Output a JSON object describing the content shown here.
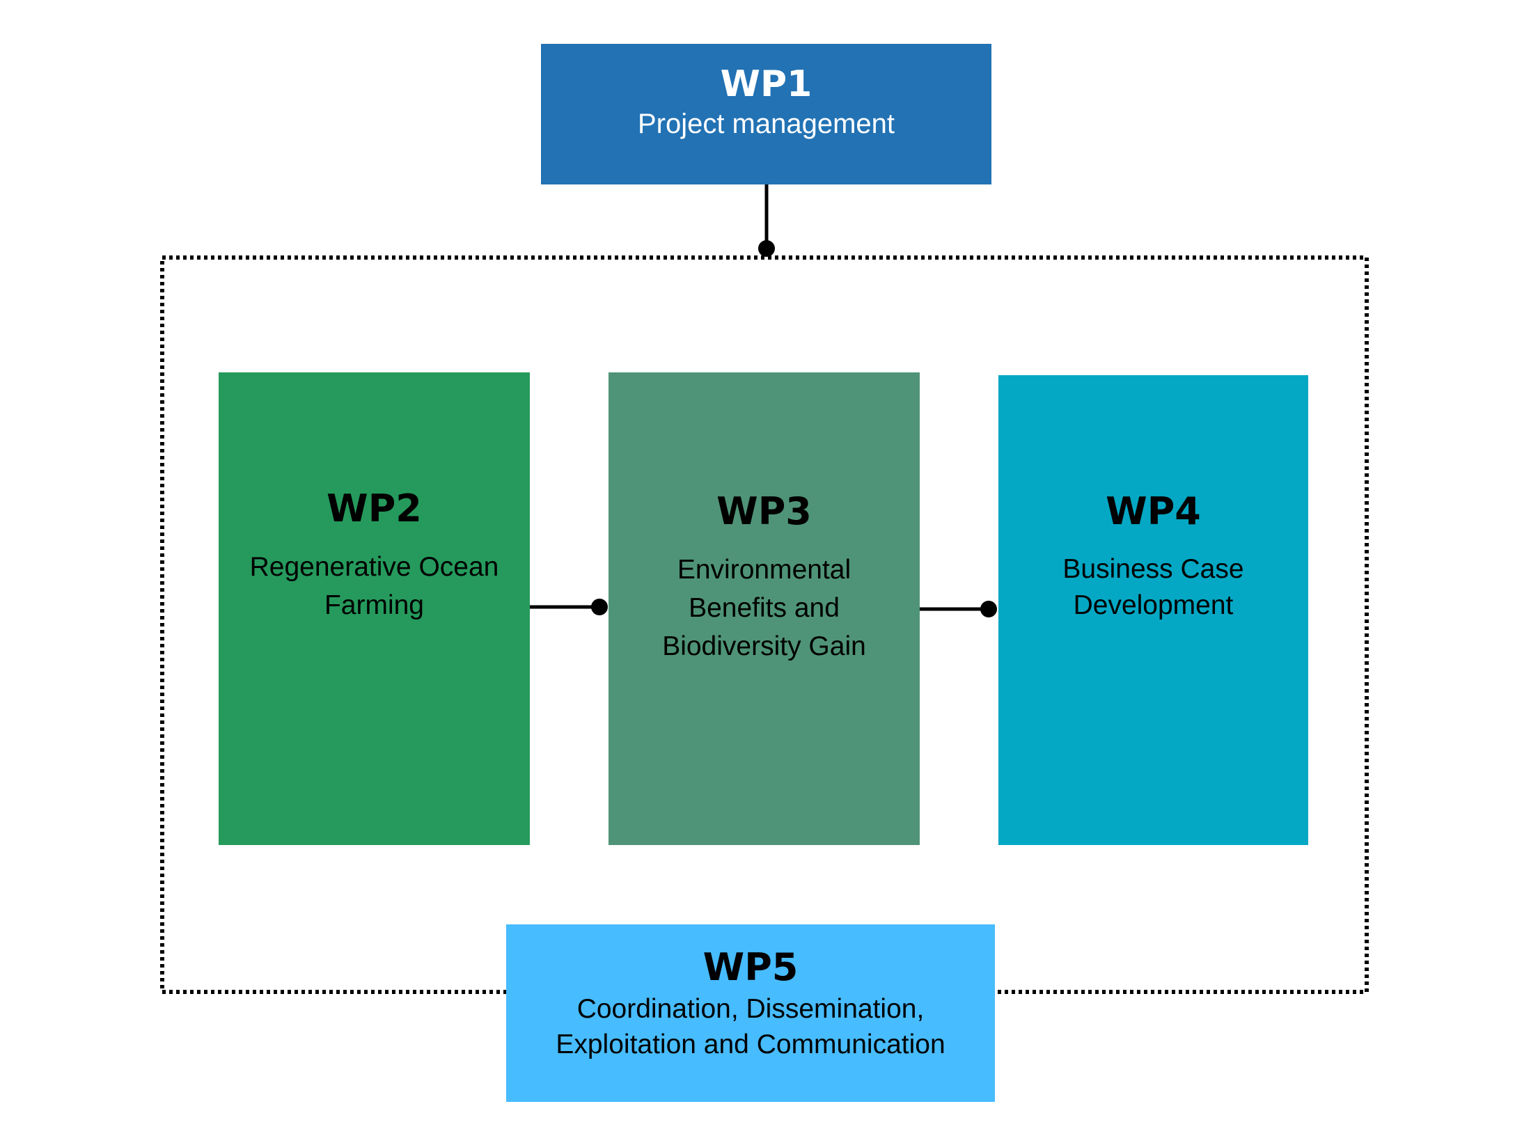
{
  "colors": {
    "wp1": "#2272B4",
    "wp2": "#259A5C",
    "wp3": "#4F9478",
    "wp4": "#04A8C4",
    "wp5": "#47BCFF",
    "connector": "#000000"
  },
  "diagram": {
    "wp1": {
      "code": "WP1",
      "label": "Project management"
    },
    "wp2": {
      "code": "WP2",
      "label": "Regenerative Ocean Farming"
    },
    "wp3": {
      "code": "WP3",
      "label": "Environmental Benefits and Biodiversity Gain"
    },
    "wp4": {
      "code": "WP4",
      "label": "Business Case Development"
    },
    "wp5": {
      "code": "WP5",
      "label": "Coordination, Dissemination, Exploitation and Communication"
    }
  },
  "connections": [
    {
      "from": "WP1",
      "to": "WP5 frame",
      "style": "solid, dot end"
    },
    {
      "from": "WP2",
      "to": "WP3",
      "style": "solid, dot end"
    },
    {
      "from": "WP3",
      "to": "WP4",
      "style": "solid, dot end"
    }
  ]
}
